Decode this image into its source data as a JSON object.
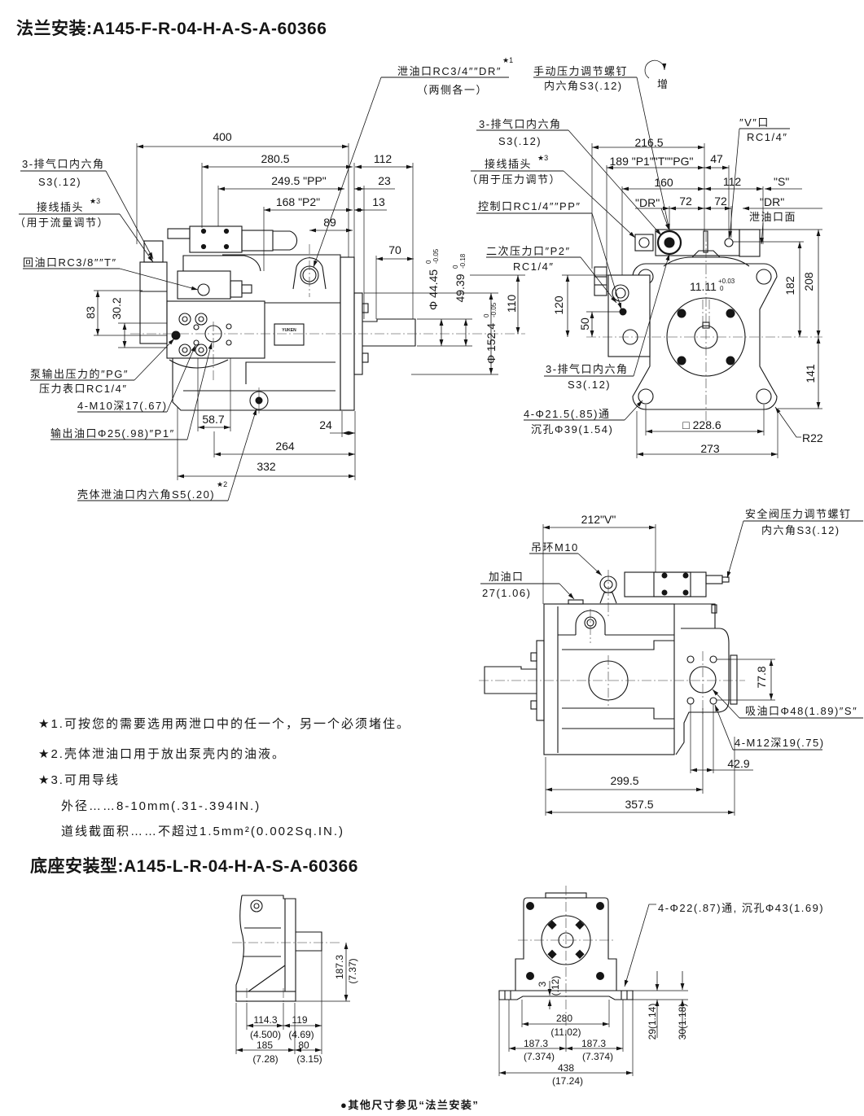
{
  "flange_mount": {
    "title": "法兰安装:A145-F-R-04-H-A-S-A-60366",
    "side_view": {
      "callouts": {
        "vent_port": {
          "line1": "3-排气口内六角",
          "line2": "S3(.12)"
        },
        "flow_connector": {
          "line1": "接线插头",
          "note_ref": "★3",
          "line2": "（用于流量调节）"
        },
        "return_port": "回油口RC3/8″″T″",
        "pg_port": {
          "line1": "泵输出压力的″PG″",
          "line2": "压力表口RC1/4″"
        },
        "bolt_holes": "4-M10深17(.67)",
        "outlet_port": "输出油口Φ25(.98)″P1″",
        "case_drain": {
          "text": "壳体泄油口内六角S5(.20)",
          "note_ref": "★2"
        },
        "drain_port": {
          "line1": "泄油口RC3/4″″DR″",
          "note_ref": "★1",
          "line2": "（两侧各一）"
        }
      },
      "nameplate": "YUKEN",
      "dimensions": {
        "overall_length": "400",
        "to_drain": "280.5",
        "flange_to_shaft_end": "112",
        "pp_port": "249.5 \"PP\"",
        "pp_offset": "23",
        "p2_port": "168 \"P2\"",
        "p2_offset": "13",
        "eye_bolt": "89",
        "shaft_length": "70",
        "shaft_diameter": {
          "value": "Φ 44.45",
          "upper": "0",
          "lower": "-0.05"
        },
        "key_height": {
          "value": "49.39",
          "upper": "0",
          "lower": "-0.18"
        },
        "pilot_diameter": {
          "value": "Φ 152.4",
          "upper": "0",
          "lower": "-0.05"
        },
        "shaft_height": "110",
        "solenoid_height": "83",
        "port_height": "30.2",
        "port_spacing": "58.7",
        "flange_thickness": "24",
        "case_drain_position": "264",
        "rear_length": "332"
      }
    },
    "end_view": {
      "callouts": {
        "manual_adjust": {
          "line1": "手动压力调节螺钉",
          "line2": "内六角S3(.12)",
          "direction": "增"
        },
        "vent_port_top": {
          "line1": "3-排气口内六角",
          "line2": "S3(.12)"
        },
        "pressure_connector": {
          "line1": "接线插头",
          "note_ref": "★3",
          "line2": "（用于压力调节）"
        },
        "control_port": "控制口RC1/4″″PP″",
        "secondary_port": {
          "line1": "二次压力口″P2″",
          "line2": "RC1/4″"
        },
        "vent_port_bottom": {
          "line1": "3-排气口内六角",
          "line2": "S3(.12)"
        },
        "mount_holes": {
          "line1": "4-Φ21.5(.85)通",
          "line2": "沉孔Φ39(1.54)"
        },
        "corner_radius": "R22",
        "v_port": {
          "line1": "″V″口",
          "line2": "RC1/4″"
        },
        "drain_left": "\"DR\"",
        "drain_right": "\"DR\"",
        "drain_face": "泄油口面",
        "suction_ref": "\"S\""
      },
      "dimensions": {
        "width_total": "216.5",
        "ports": "189 \"P1\"\"T\"\"PG\"",
        "v_offset": "47",
        "d160": "160",
        "d112": "112",
        "drain_spacing_left": "72",
        "drain_spacing_right": "72",
        "key_width": {
          "value": "11.11",
          "upper": "+0.03",
          "lower": "0"
        },
        "d182": "182",
        "d208": "208",
        "d141": "141",
        "d120": "120",
        "d50": "50",
        "bolt_square": "□ 228.6",
        "flange_width": "273"
      }
    },
    "top_view": {
      "callouts": {
        "relief_adjust": {
          "line1": "安全阀压力调节螺钉",
          "line2": "内六角S3(.12)"
        },
        "lifting_eye": "吊环M10",
        "fill_port": {
          "line1": "加油口",
          "line2": "27(1.06)"
        },
        "suction_port": "吸油口Φ48(1.89)″S″",
        "suction_bolts": "4-M12深19(.75)"
      },
      "dimensions": {
        "v_port": "212\"V\"",
        "suction_height": "77.8",
        "suction_bolt_spacing": "42.9",
        "suction_position": "299.5",
        "overall": "357.5"
      }
    }
  },
  "notes": [
    "★1.可按您的需要选用两泄口中的任一个，另一个必须堵住。",
    "★2.壳体泄油口用于放出泵壳内的油液。",
    "★3.可用导线",
    "外径……8-10mm(.31-.394IN.)",
    "道线截面积……不超过1.5mm²(0.002Sq.IN.)"
  ],
  "foot_mount": {
    "title": "底座安装型:A145-L-R-04-H-A-S-A-60366",
    "side_view": {
      "dimensions": {
        "shaft_height": {
          "mm": "187.3",
          "in": "(7.37)"
        },
        "foot_hole_spacing": {
          "mm": "114.3",
          "in": "(4.500)"
        },
        "hole_to_shaft_end": {
          "mm": "119",
          "in": "(4.69)"
        },
        "foot_length": {
          "mm": "185",
          "in": "(7.28)"
        },
        "shaft_extension": {
          "mm": "80",
          "in": "(3.15)"
        }
      }
    },
    "end_view": {
      "callouts": {
        "mount_holes": "4-Φ22(.87)通, 沉孔Φ43(1.69)"
      },
      "dimensions": {
        "relief": {
          "mm": "3",
          "in": "(.12)"
        },
        "relief_width": {
          "mm": "280",
          "in": "(11.02)"
        },
        "half_span_left": {
          "mm": "187.3",
          "in": "(7.374)"
        },
        "half_span_right": {
          "mm": "187.3",
          "in": "(7.374)"
        },
        "base_width": {
          "mm": "438",
          "in": "(17.24)"
        },
        "foot_thickness_a": "29(1.14)",
        "foot_thickness_b": "30(1.18)"
      }
    }
  },
  "footer_note": "●其他尺寸参见“法兰安装”"
}
